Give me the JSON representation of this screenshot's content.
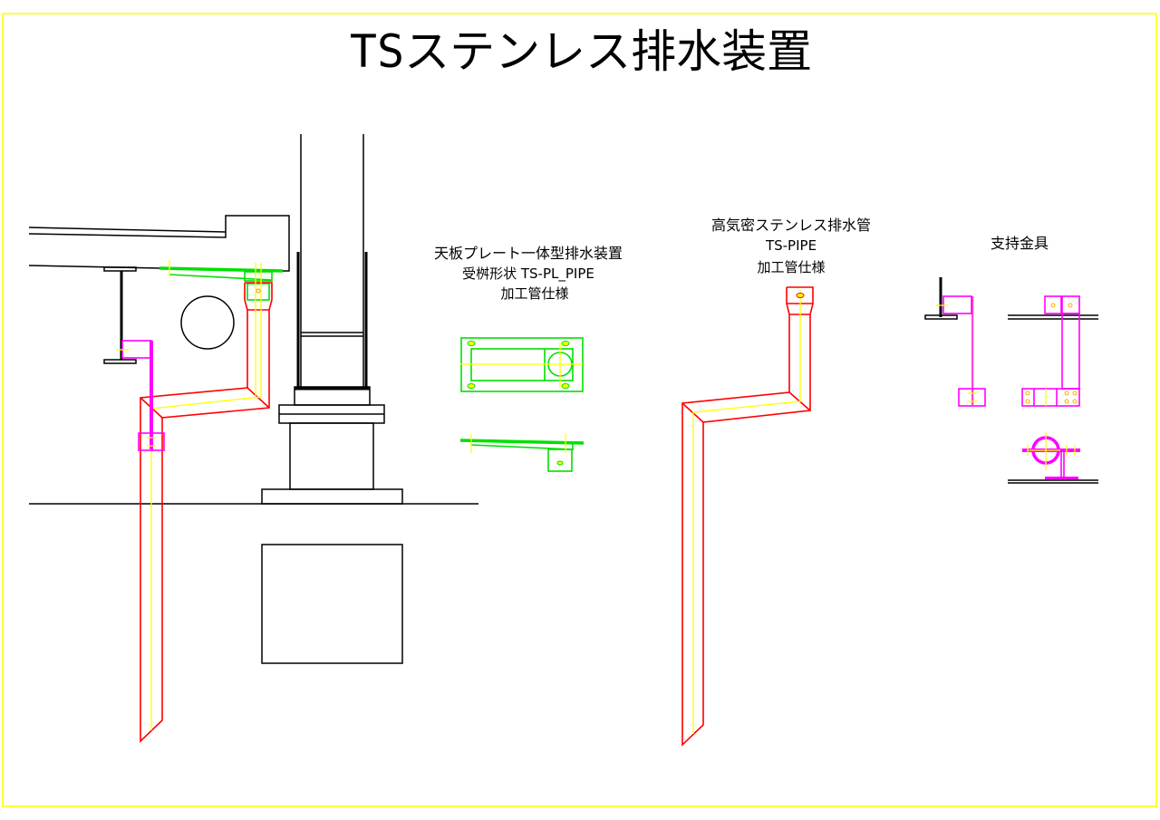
{
  "title": "TSステンレス排水装置",
  "labels": {
    "plate_device": {
      "line1": "天板プレート一体型排水装置",
      "line2": "受桝形状 TS-PL_PIPE",
      "line3": "加工管仕様"
    },
    "airtight_pipe": {
      "line1": "高気密ステンレス排水管",
      "line2": "TS-PIPE",
      "line3": "加工管仕様"
    },
    "support": {
      "line1": "支持金具"
    }
  },
  "colors": {
    "frame": "#ffff00",
    "pipe": "#ff0000",
    "plate": "#00e000",
    "support": "#ff00ff",
    "centerline": "#ffff00",
    "structure": "#000000"
  }
}
